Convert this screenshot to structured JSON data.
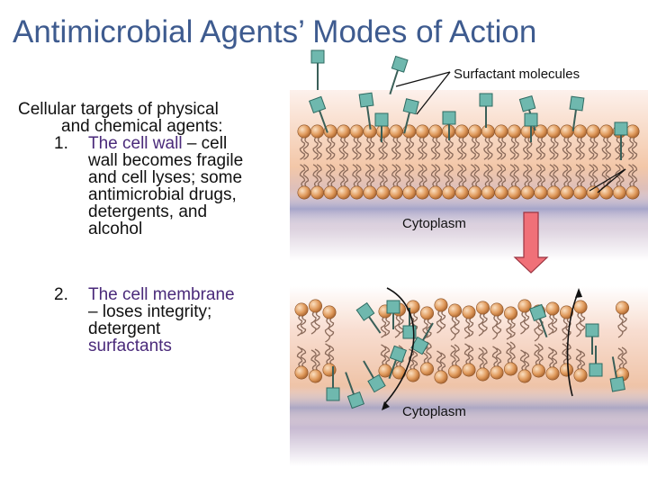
{
  "title": "Antimicrobial Agents’ Modes of Action",
  "intro": {
    "line1": "Cellular targets of physical",
    "line2": "and chemical agents:"
  },
  "items": [
    {
      "number": "1.",
      "highlight": "The cell wall",
      "rest_lines": [
        " – cell",
        "wall becomes fragile",
        "and cell lyses; some",
        "antimicrobial drugs,",
        "detergents, and",
        "alcohol"
      ]
    },
    {
      "number": "2.",
      "highlight": "The cell membrane",
      "rest_lines": [
        "– loses integrity;",
        "detergent"
      ],
      "tail_highlight": "surfactants"
    }
  ],
  "figure": {
    "surfactant_label": "Surfactant  molecules",
    "cytoplasm_top": "Cytoplasm",
    "cytoplasm_bottom": "Cytoplasm",
    "colors": {
      "title": "#3e5b8f",
      "highlight": "#4a2a7a",
      "membrane_tan": "#e4b58f",
      "head": "#d9904f",
      "surfactant": "#6fb8ae",
      "arrow": "#f07078",
      "cytoplasm": "#6f7bb4"
    }
  }
}
